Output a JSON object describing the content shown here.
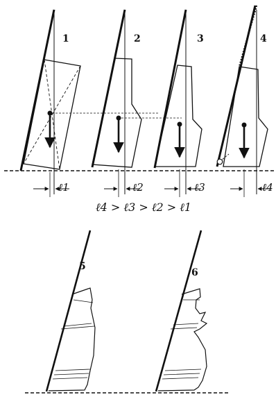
{
  "panels": [
    {
      "number": "1",
      "distance_label": "ℓ1"
    },
    {
      "number": "2",
      "distance_label": "ℓ2"
    },
    {
      "number": "3",
      "distance_label": "ℓ3"
    },
    {
      "number": "4",
      "distance_label": "ℓ4"
    },
    {
      "number": "5"
    },
    {
      "number": "6"
    }
  ],
  "inequality": "ℓ4 > ℓ3 > ℓ2 > ℓ1",
  "colors": {
    "ink": "#111111",
    "background": "#ffffff"
  }
}
